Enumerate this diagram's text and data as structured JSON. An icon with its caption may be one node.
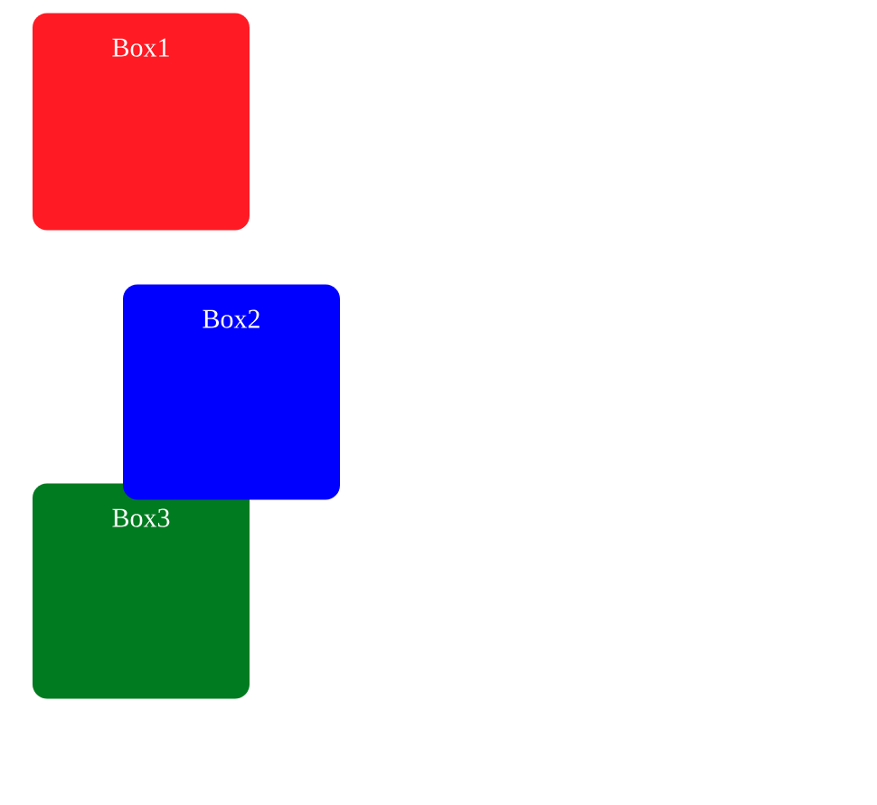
{
  "diagram": {
    "nodes": [
      {
        "text": [
          "Box1"
        ]
      },
      {
        "text": [
          "Box2"
        ]
      },
      {
        "text": [
          "Box3"
        ]
      }
    ]
  }
}
